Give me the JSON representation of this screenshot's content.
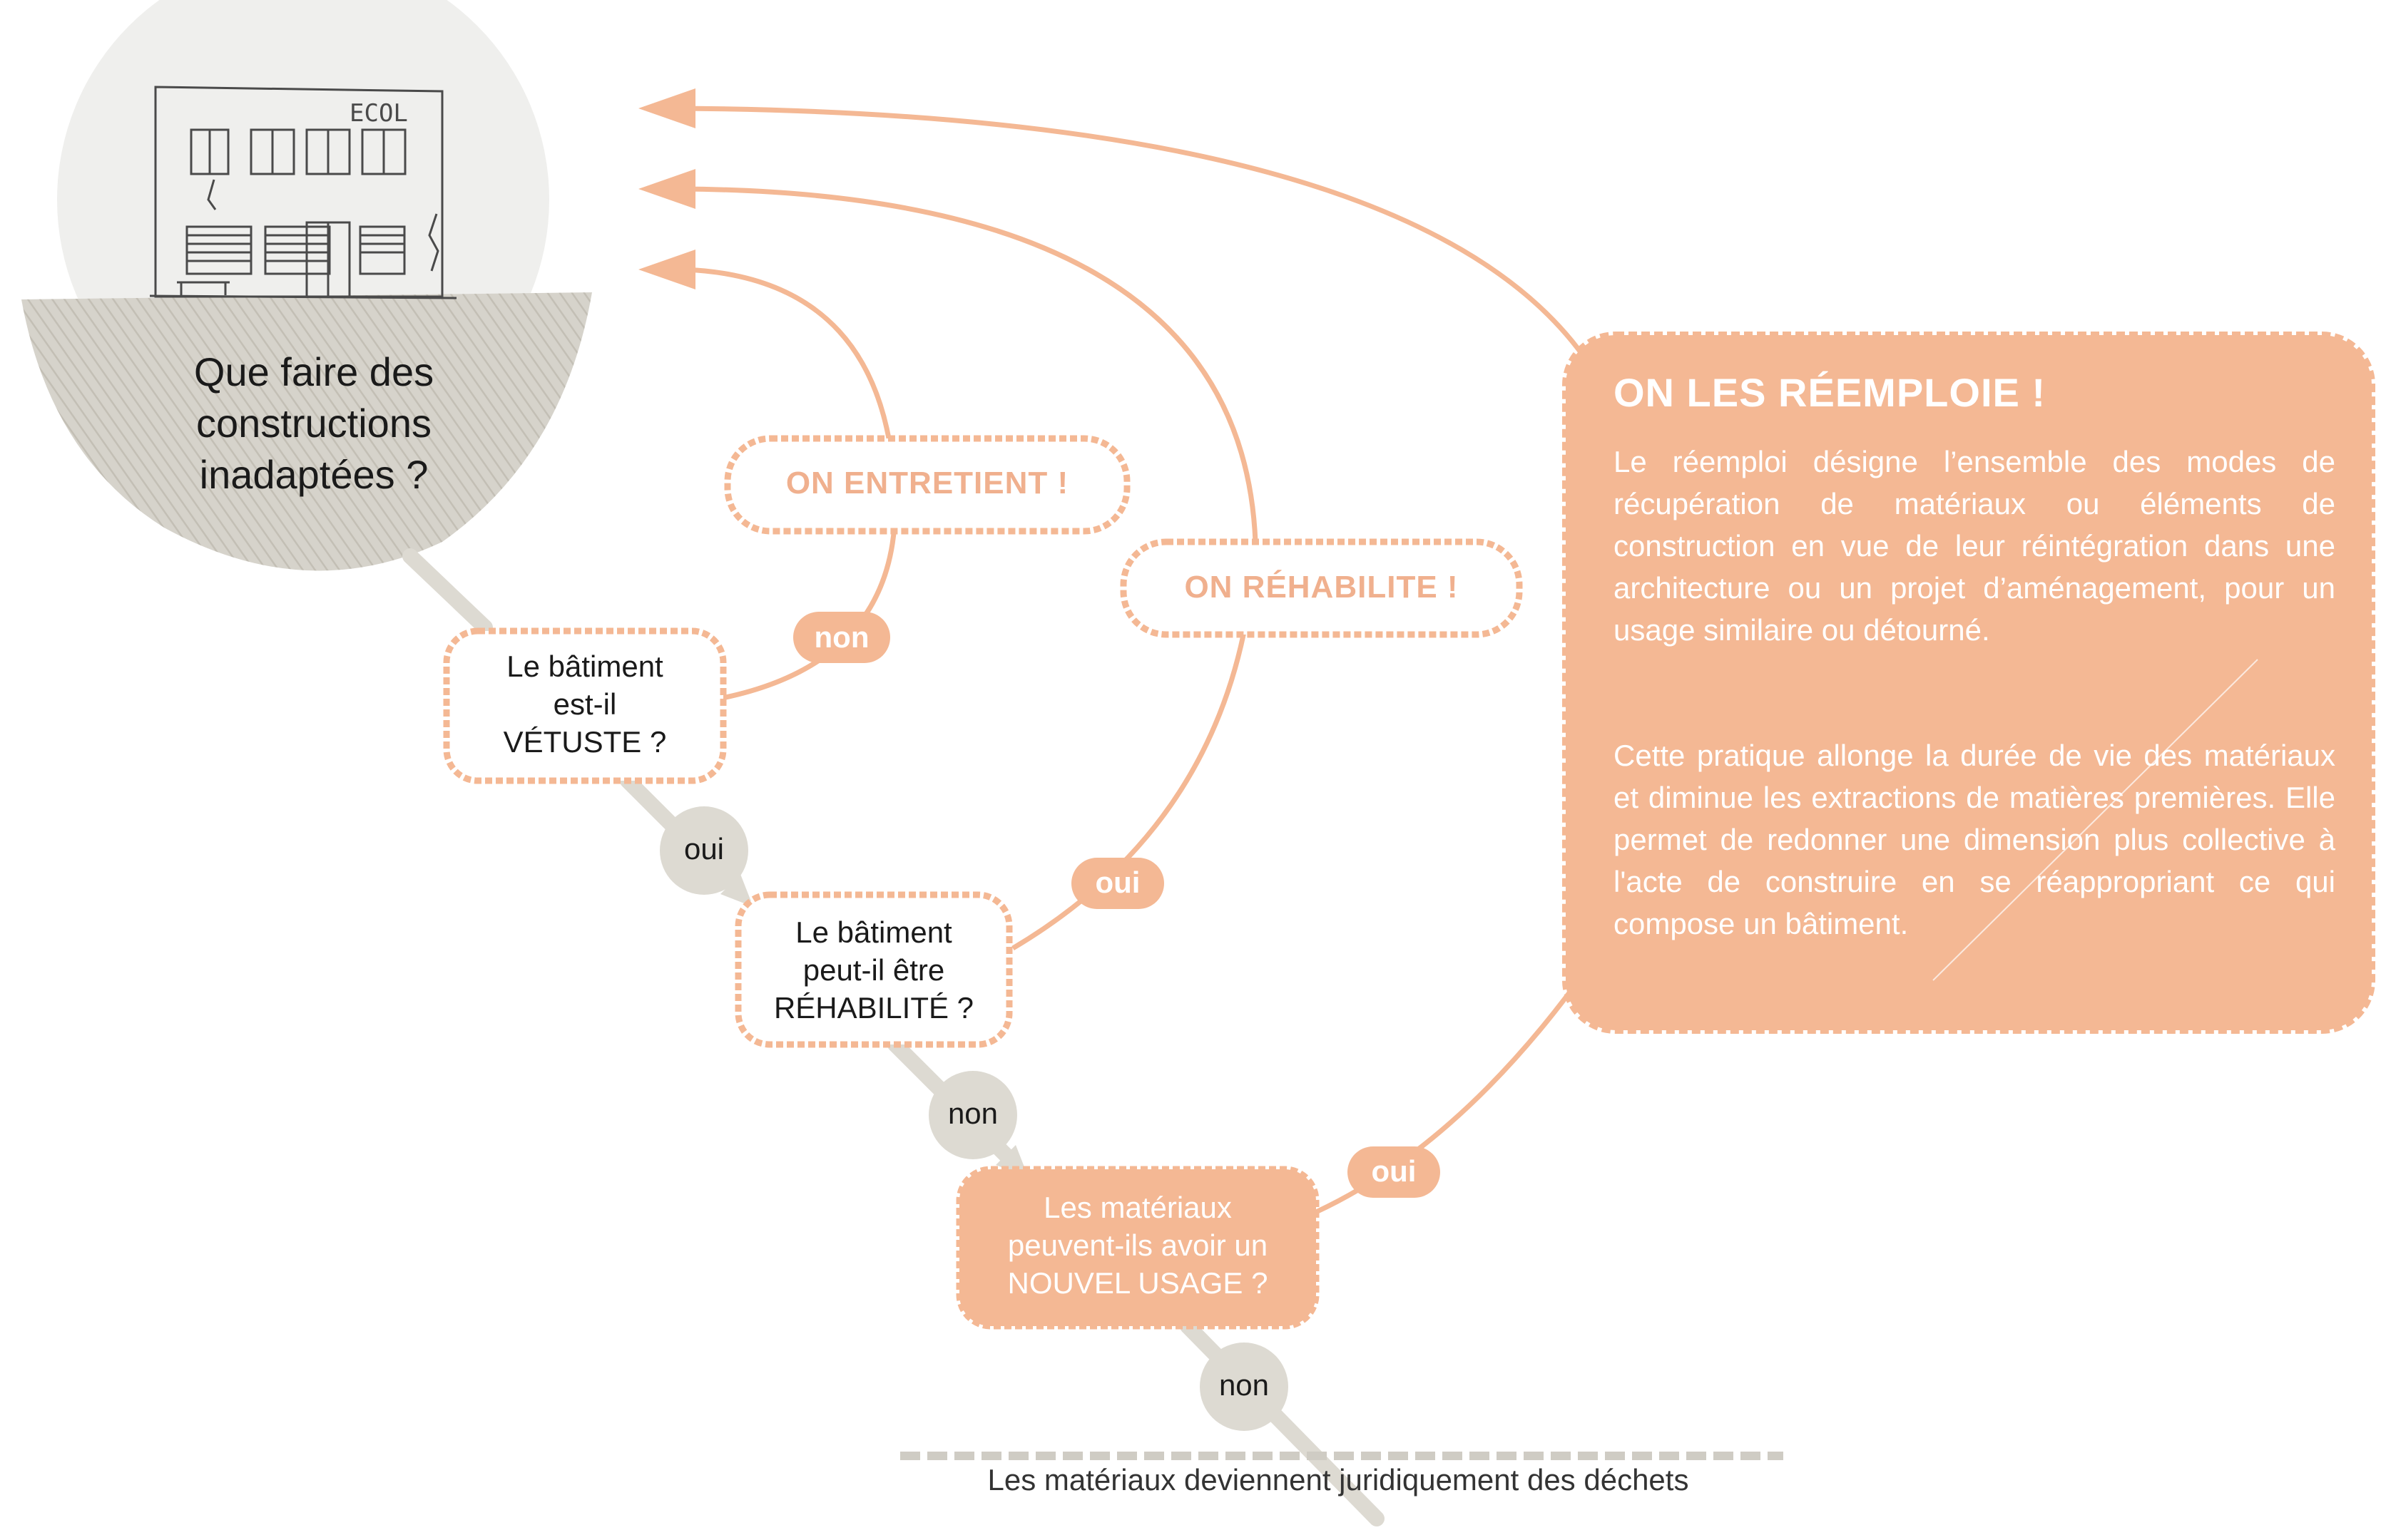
{
  "question_main": {
    "line1": "Que faire des",
    "line2": "constructions",
    "line3": "inadaptées ?"
  },
  "building_sign": "ECOL",
  "q1": {
    "line1": "Le bâtiment",
    "line2": "est-il",
    "line3": "VÉTUSTE ?"
  },
  "q2": {
    "line1": "Le bâtiment",
    "line2": "peut-il être",
    "line3": "RÉHABILITÉ ?"
  },
  "q3": {
    "line1": "Les matériaux",
    "line2": "peuvent-ils avoir un",
    "line3": "NOUVEL USAGE ?"
  },
  "actions": {
    "entretien": "ON ENTRETIENT !",
    "rehabilite": "ON RÉHABILITE !"
  },
  "labels": {
    "q1_non": "non",
    "q1_oui": "oui",
    "q2_oui": "oui",
    "q2_non": "non",
    "q3_oui": "oui",
    "q3_non": "non"
  },
  "reemploi": {
    "title": "ON LES RÉEMPLOIE !",
    "p1": "Le réemploi désigne l’ensemble des modes de récupération de matériaux ou éléments de construction en vue de leur réintégration dans une architecture ou un projet d’aménagement, pour un usage similaire ou détourné.",
    "p2": "Cette pratique allonge la durée de vie des matériaux et diminue les extractions de matières premières. Elle permet de redonner une dimension plus collective à l'acte de construire en se réappropriant ce qui compose un bâtiment."
  },
  "final": "Les matériaux deviennent juridiquement des déchets",
  "colors": {
    "orange": "#f4b894",
    "orange_text": "#f0b08e",
    "grey": "#dddad2",
    "grey_circle": "#efefed",
    "dark_text": "#1a1a1a"
  }
}
